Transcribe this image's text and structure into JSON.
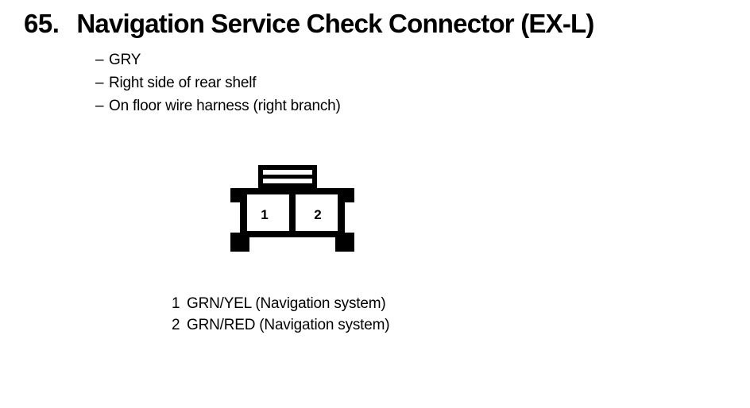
{
  "page": {
    "item_number": "65.",
    "title": "Navigation Service Check Connector (EX-L)",
    "background_color": "#ffffff",
    "ink_color": "#000000"
  },
  "specs": {
    "dash": "–",
    "items": [
      {
        "text": "GRY"
      },
      {
        "text": "Right side of rear shelf"
      },
      {
        "text": "On floor wire harness (right branch)"
      }
    ]
  },
  "connector": {
    "name": "navigation-service-check-connector",
    "cavity_count": 2,
    "pins": [
      {
        "number": "1"
      },
      {
        "number": "2"
      }
    ],
    "lock_tab_slots": 2
  },
  "legend": {
    "rows": [
      {
        "pin": "1",
        "wire": "GRN/YEL (Navigation system)"
      },
      {
        "pin": "2",
        "wire": "GRN/RED (Navigation system)"
      }
    ]
  }
}
